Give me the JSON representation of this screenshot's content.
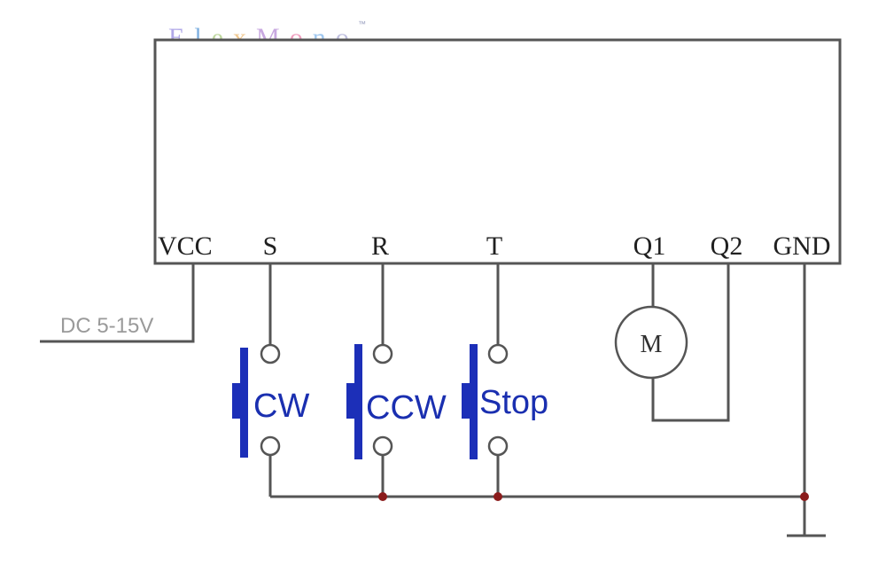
{
  "watermark": {
    "brand": "ElexMono",
    "trademark": "™",
    "letter_colors": [
      "#b0a8e8",
      "#7fb0e0",
      "#c0d8a0",
      "#f0c890",
      "#c8a8e0",
      "#f0a0c0",
      "#a0c8f0",
      "#c0c0e0"
    ]
  },
  "module": {
    "pins": {
      "vcc": "VCC",
      "s": "S",
      "r": "R",
      "t": "T",
      "q1": "Q1",
      "q2": "Q2",
      "gnd": "GND"
    }
  },
  "power": {
    "label": "DC 5-15V"
  },
  "switches": {
    "cw": "CW",
    "ccw": "CCW",
    "stop": "Stop"
  },
  "motor": {
    "label": "M"
  },
  "colors": {
    "wire": "#555555",
    "switch": "#1c2fb8",
    "junction": "#8b1c1c"
  }
}
